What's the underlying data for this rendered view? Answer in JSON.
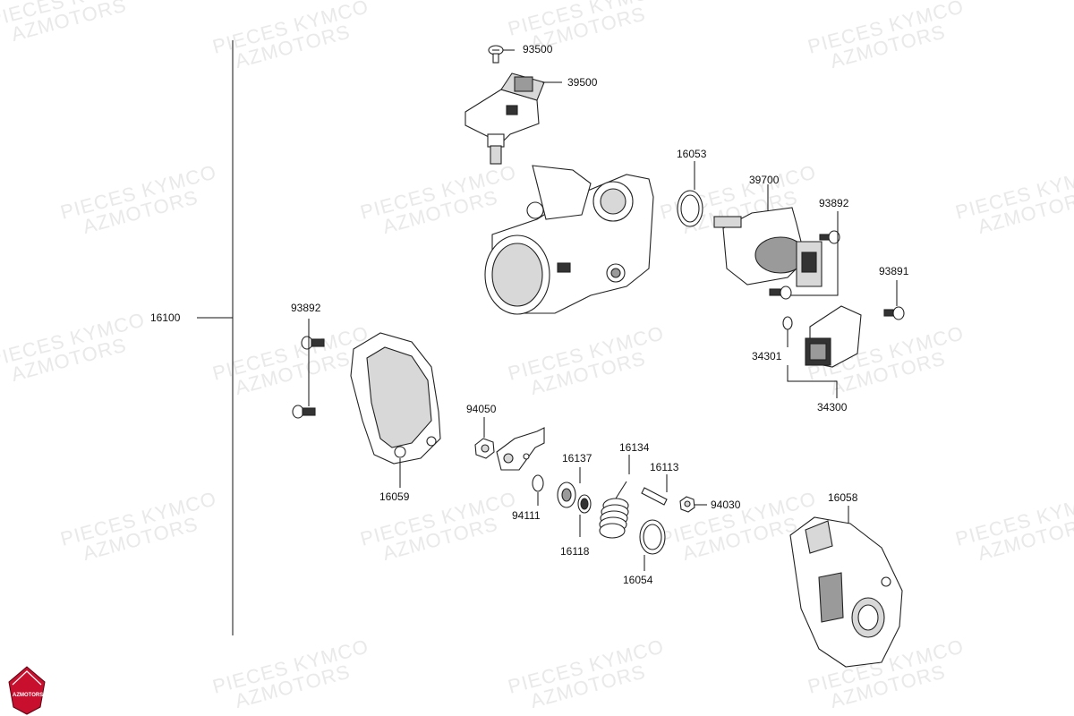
{
  "watermark": {
    "line1": "PIECES KYMCO",
    "line2": "AZMOTORS"
  },
  "logo": {
    "text": "AZMOTORS",
    "color": "#c8102e"
  },
  "assembly": {
    "label": "16100"
  },
  "parts": [
    {
      "id": "93500",
      "label": "93500"
    },
    {
      "id": "39500",
      "label": "39500"
    },
    {
      "id": "16053",
      "label": "16053"
    },
    {
      "id": "39700",
      "label": "39700"
    },
    {
      "id": "93892a",
      "label": "93892"
    },
    {
      "id": "93891",
      "label": "93891"
    },
    {
      "id": "93892b",
      "label": "93892"
    },
    {
      "id": "34301",
      "label": "34301"
    },
    {
      "id": "34300",
      "label": "34300"
    },
    {
      "id": "94050",
      "label": "94050"
    },
    {
      "id": "16137",
      "label": "16137"
    },
    {
      "id": "16134",
      "label": "16134"
    },
    {
      "id": "16113",
      "label": "16113"
    },
    {
      "id": "94030",
      "label": "94030"
    },
    {
      "id": "94111",
      "label": "94111"
    },
    {
      "id": "16118",
      "label": "16118"
    },
    {
      "id": "16054",
      "label": "16054"
    },
    {
      "id": "16059",
      "label": "16059"
    },
    {
      "id": "16058",
      "label": "16058"
    }
  ]
}
